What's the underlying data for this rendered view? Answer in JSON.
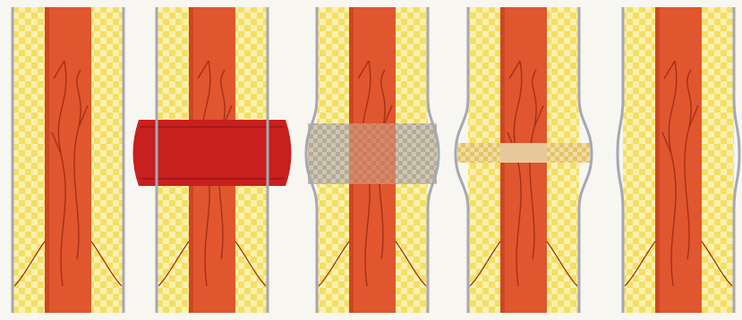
{
  "figure": {
    "panels": [
      {
        "stage": "intact",
        "fracture_fill": "none"
      },
      {
        "stage": "hematoma",
        "fracture_fill": "blood-clot"
      },
      {
        "stage": "soft-callus",
        "fracture_fill": "fibrocartilage"
      },
      {
        "stage": "hard-callus",
        "fracture_fill": "woven-bone"
      },
      {
        "stage": "remodeled",
        "fracture_fill": "none"
      }
    ]
  },
  "colors": {
    "background": "#f7f6f0",
    "marrow": "#e0562e",
    "marrow_dark": "#b83418",
    "cortex": "#f3df62",
    "cortex_light": "#fbf0b0",
    "vessel": "#9a2a14",
    "outline": "#a7a7b4",
    "hematoma": "#c81f1f",
    "callus_grey": "#b4ab97",
    "callus_bone": "#e4c36a"
  }
}
